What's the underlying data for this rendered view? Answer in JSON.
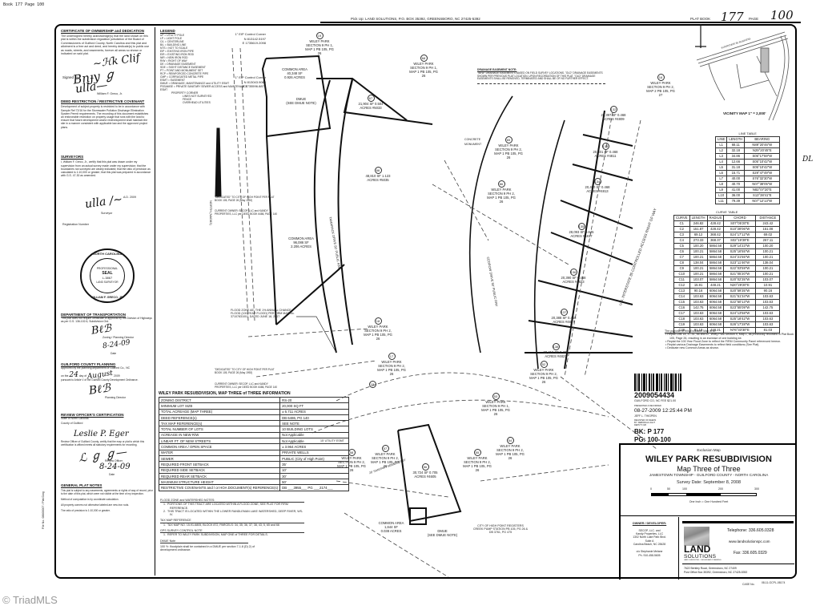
{
  "header": {
    "book_page_stamp": "Book 177 Page 100",
    "pickup": "Pick Up: LAND SOLUTIONS, P.O. BOX 35392, GREENSBORO, NC 27425-5392",
    "plat_book_label": "PLAT BOOK",
    "plat_book_value": "177",
    "page_label": "PAGE",
    "page_value": "100",
    "margin_mark": "DL"
  },
  "certificates": {
    "ownership_title": "CERTIFICATE OF OWNERSHIP and DEDICATION",
    "ownership_text": "The undersigned hereby acknowledge(s) that the land shown on this plat is within the subdivision regulation jurisdiction of the Board of Commissioners of Guilford County, North Carolina and this plat and allotment is a free act and deed, and hereby dedicate(s) to public use as roads, streets, and easements, forever all areas so shown or indicated on said plat.",
    "signer_label": "Signed by",
    "signer_name": "William F. Greco, Jr.",
    "deed_restriction_title": "DEED RESTRICTION / RESTRICTIVE COVENANT",
    "deed_restriction_text": "Development of subject property is restricted to be in accordance with Sample Ref 72/16 for the Stormwater Pollution Discharge Elimination System Permit requirements. The recording of this document establishes an enforceable restriction on property usage that runs with the land to ensure that future development and/or redevelopment shall maintain the site in a manner consistent with applicable law and the approved project plans.",
    "surveyor_title": "SURVEYORS",
    "surveyor_text": "I, William F. Greco, Jr., certify that this plat was drawn under my supervision from an actual survey made under my supervision; that the boundaries not surveyed are clearly indicated; that the ratio of precision as calculated is 1:10,000 or greater; that this plat was prepared in accordance with G.S. 47-30 as amended.",
    "surveyor_date": "A.D. 2009",
    "surveyor_sig_label": "Surveyor",
    "registration_label": "Registration Number",
    "seal": {
      "ring_top": "NORTH CAROLINA",
      "ring_mid": "PROFESSIONAL",
      "label": "SEAL",
      "number": "L-3867",
      "ring_bottom": "LAND SURVEYOR",
      "name": "WILLIAM F. GRECO, JR."
    },
    "dot_title": "DEPARTMENT OF TRANSPORTATION",
    "dot_text": "This plat does not require certificate of approval by the Division of Highways as per G.S. 136-102.6, Subdivision Ord.",
    "dot_sig_label": "Zoning / Planning Director",
    "dot_date": "8-24-09",
    "dot_date_label": "Date",
    "planning_title": "GUILFORD COUNTY PLANNING",
    "planning_text": "Approved by the planning department of Guilford Co., NC",
    "planning_on_the": "on the",
    "planning_day": "24",
    "planning_day_of": "day of",
    "planning_month": "August",
    "planning_year": "2009",
    "planning_pursuant": "pursuant to Article V of the Guilford County Development Ordinance.",
    "planning_sig_label": "Planning Director",
    "review_title": "REVIEW OFFICER'S CERTIFICATION",
    "review_state": "State of North Carolina",
    "review_county": "County of Guilford",
    "review_officer_name": "Leslie P. Eger",
    "review_text": "Review Officer of Guilford County, certify that the map or plat to which this certification is affixed meets all statutory requirements for recording.",
    "review_sig_label": "Review Officer",
    "review_date": "8-24-09",
    "review_date_label": "Date",
    "general_notes_title": "GENERAL PLAT NOTES",
    "general_notes": [
      "This plat is subject to any easements, agreements or rights of way of record, prior to the date of this plat, which were not visible at the time of my inspection.",
      "Method of computation is by coordinate calculation.",
      "All property corners not otherwise labeled are new iron rods.",
      "The ratio of precision is 1:10,000 or greater."
    ],
    "file_no": "File No. 08600007 / Plat Dwg"
  },
  "legend": {
    "title": "LEGEND",
    "items": [
      "UP  =  UTILITY POLE",
      "LP  =  LIGHT POLE",
      "C/L  =  CENTERLINE",
      "B/L  =  BUILDING LINE",
      "NTS  =  NOT TO SCALE",
      "EIP  =  EXISTING IRON PIPE",
      "EIR  =  EXISTING IRON ROD",
      "NIR  =  NEW IRON ROD",
      "R/W  =  RIGHT OF WAY",
      "DE  =  DRAINAGE EASEMENT",
      "SDE  =  SIGHT DISTANCE EASEMENT",
      "PT  =  POINT AND MONUMENT SET",
      "RCP  =  REINFORCED CONCRETE PIPE",
      "CMP  =  CORRUGATED METAL PIPE",
      "ESMT  =  EASEMENT",
      "DMUE  =  DRAINAGE, MAINTENANCE and UTILITY ESMT",
      "PSSAMSE  =  PRIVATE SANITARY SEWER ACCESS and MAINTENANCE ESMT",
      "PROPERTY CORNER",
      "LINES NOT SURVEYED",
      "FENCE",
      "OVERHEAD UTILITIES"
    ]
  },
  "map": {
    "control_corner_1": {
      "label": "1\" EIP Control Corner",
      "n": "N 813142.5197",
      "e": "E 1735619.2098"
    },
    "control_corner_2": {
      "label": "1\" EIP Control Corner",
      "n": "N 813043.9065",
      "e": "E 1735596.8873"
    },
    "north_arrow_label": "NORTH (NAD83)",
    "drainage_note_title": "DRAINAGE EASEMENT NOTE:",
    "drainage_note": "\"NEW\" DRAINAGE EASEMENTS BASED ON FIELD SURVEY LOCATIONS. \"OLD\" DRAINAGE EASEMENTS SHOWN PER PREVIOUS PLAT LOCATION. UPON RECORDATION OF THIS PLAT, \"OLD\" DRAINAGE EASEMENTS SHALL BE REMOVED, TERMINATED AND SHALL BE OF NO FURTHER EFFECT.",
    "common_area_1": "COMMON AREA\n40,348 SF\n0.926 ACRES",
    "common_area_2": "COMMON AREA\n96,086 SF\n2.206 ACRES",
    "common_area_3": "COMMON AREA\n1,644 SF\n0.038 ACRES",
    "dmue_note": "DMUE\n(SEE DMUE NOTE)",
    "flood_zone_note": "FLOOD ZONE AE. THE 1% ANNUAL CHANCE FLOOD (100-YEAR FLOOD) PER FIRM MAP No. 3710783100J, DATED JUNE 18, 2007.",
    "dedicated_note": "\"DEDICATED\" TO CITY OF HIGH POINT PER PLAT BOOK 105, PAGE 26 (May 1992)",
    "current_owner": "CURRENT OWNER: SECOP, LLC and KANDY PROPERTIES, LLC per DEED BOOK 6486, PAGE 140",
    "street_1": "TAMARACK DRIVE 50' PUBLIC R/W",
    "street_2": "CEDROW DRIVE 50' PUBLIC R/W",
    "interstate": "U.S. INTERSTATE 85 CONTROLLED ACCESS RIGHT OF WAY",
    "pump_station": "CITY OF HIGH POINT REGISTERS CREEK PUMP STATION PB 105, PG 26 & DB 3761, PG 475",
    "concrete_monument": "CONCRETE MONUMENT",
    "utility_esmt": "15' UTILITY ESMT",
    "sewer_esmt": "20' SANITARY SEWER ESMT",
    "lots": [
      {
        "num": "19",
        "text": "WILEY PARK SECTION 9 PH 1, MAP 1 PB 105, PG 26"
      },
      {
        "num": "68",
        "text": "WILEY PARK SECTION 9 PH 1, MAP 1 PB 105, PG 26"
      },
      {
        "num": "67",
        "text": "21,904 SF 0.504 ACRES #5033"
      },
      {
        "num": "66",
        "text": "48,810 SF 1.123 ACRES #5035"
      },
      {
        "num": "65",
        "text": "WILEY PARK SECTION 9 PH 2, MAP 1 PB 105, PG 26"
      },
      {
        "num": "86",
        "text": "WILEY PARK SECTION 9 PH 2, MAP 1 PB 105, PG 26"
      },
      {
        "num": "16",
        "text": "WILEY PARK SECTION 9 PH 2, MAP 2 PB 105, PG 27"
      },
      {
        "num": "132",
        "text": "20,397 SF 0.468 ACRES #4809"
      },
      {
        "num": "133",
        "text": "20,401 SF 0.468 ACRES #4811"
      },
      {
        "num": "134",
        "text": "20,400 SF 0.468 ACRES #4813"
      },
      {
        "num": "135",
        "text": "28,093 SF 0.645 ACRES #4817"
      },
      {
        "num": "136",
        "text": "20,390 SF 0.468 ACRES #4823"
      },
      {
        "num": "137",
        "text": "20,388 SF 0.468 ACRES #4827"
      },
      {
        "num": "138",
        "text": "20,416 SF 0.469 ACRES #4821"
      },
      {
        "num": "18",
        "text": "WILEY PARK SECTION 9 PH 2, MAP 1 PB 105, PG 26"
      },
      {
        "num": "17",
        "text": "WILEY PARK SECTION 9 PH 2, MAP 1 PB 105, PG 26"
      },
      {
        "num": "15",
        "text": ""
      },
      {
        "num": "52",
        "text": "WILEY PARK SECTION 9 PH 2, MAP 1 PB 105, PG 26"
      },
      {
        "num": "53",
        "text": "WILEY PARK SECTION 9 PH 1, MAP 1 PB 105, PG 26"
      },
      {
        "num": "54",
        "text": "WILEY PARK SECTION 9 PH 2, MAP 1 PB 105, PG 26"
      },
      {
        "num": "55",
        "text": "WILEY PARK SECTION 9 PH 2, MAP 1 PB 105, PG 26"
      },
      {
        "num": "56",
        "text": "30,724 SF 0.705 ACRES #4605"
      },
      {
        "num": "57",
        "text": "WILEY PARK SECTION 9 PH 2, MAP 1 PB 105, PG 26"
      },
      {
        "num": "58",
        "text": "WILEY PARK SECTION 9 PH 2, MAP 1 PB 105, PG 26"
      }
    ]
  },
  "vicinity_map": {
    "label": "VICINITY MAP 1\" = 2,000'",
    "road": "INTERSTATE 85 BUSINESS"
  },
  "line_table": {
    "title": "LINE TABLE",
    "headers": [
      "LINE",
      "LENGTH",
      "BEARING"
    ],
    "rows": [
      [
        "L1",
        "68.11",
        "N89°20'46\"W"
      ],
      [
        "L2",
        "32.18",
        "N29°20'45\"E"
      ],
      [
        "L3",
        "34.86",
        "S05°17'59\"W"
      ],
      [
        "L4",
        "12.66",
        "S05°10'42\"W"
      ],
      [
        "L5",
        "31.18",
        "S05°10'42\"W"
      ],
      [
        "L6",
        "15.71",
        "S29°47'49\"W"
      ],
      [
        "L7",
        "40.00",
        "S76°32'30\"W"
      ],
      [
        "L8",
        "40.70",
        "N07°38'05\"W"
      ],
      [
        "L9",
        "41.00",
        "N82°07'20\"E"
      ],
      [
        "L10",
        "36.00",
        "S13°38'41\"E"
      ],
      [
        "L11",
        "79.39",
        "N07°12'13\"W"
      ]
    ]
  },
  "curve_table": {
    "title": "CURVE TABLE",
    "headers": [
      "CURVE",
      "LENGTH",
      "RADIUS",
      "CHORD",
      "DISTANCE"
    ],
    "rows": [
      [
        "C1",
        "246.82",
        "428.42",
        "S07°05'20\"E",
        "243.42"
      ],
      [
        "C2",
        "151.87",
        "428.42",
        "S10°28'06\"W",
        "151.08"
      ],
      [
        "C3",
        "69.12",
        "368.42",
        "S24°17'12\"W",
        "69.02"
      ],
      [
        "C4",
        "273.33",
        "368.37",
        "S02°19'39\"E",
        "267.11"
      ],
      [
        "C5",
        "100.20",
        "5864.58",
        "S29°14'23\"W",
        "100.20"
      ],
      [
        "C6",
        "100.21",
        "5864.58",
        "S25°16'55\"W",
        "100.21"
      ],
      [
        "C7",
        "100.21",
        "5864.58",
        "S24°21'55\"W",
        "100.21"
      ],
      [
        "C8",
        "138.04",
        "5864.58",
        "S23°11'46\"W",
        "138.04"
      ],
      [
        "C9",
        "100.21",
        "5864.58",
        "S22°03'59\"W",
        "100.21"
      ],
      [
        "C10",
        "100.21",
        "5864.58",
        "S21°05'20\"W",
        "100.21"
      ],
      [
        "C11",
        "103.07",
        "5864.58",
        "S20°02'35\"W",
        "103.07"
      ],
      [
        "C12",
        "15.91",
        "448.21",
        "N20°29'20\"E",
        "10.91"
      ],
      [
        "C13",
        "90.16",
        "6064.58",
        "S20°59'35\"W",
        "90.16"
      ],
      [
        "C14",
        "103.63",
        "6064.58",
        "S21°51'34\"W",
        "103.63"
      ],
      [
        "C15",
        "103.63",
        "6064.58",
        "S22°50'13\"W",
        "103.63"
      ],
      [
        "C16",
        "142.75",
        "6064.58",
        "S23°55'09\"W",
        "142.75"
      ],
      [
        "C17",
        "103.63",
        "6064.58",
        "S24°13'58\"W",
        "103.63"
      ],
      [
        "C18",
        "103.63",
        "6064.58",
        "S25°18'42\"W",
        "103.63"
      ],
      [
        "C19",
        "103.63",
        "6064.58",
        "S26°17'28\"W",
        "103.63"
      ],
      [
        "C20",
        "81.19",
        "448.21",
        "N76°33'30\"E",
        "81.03"
      ]
    ]
  },
  "purpose": {
    "title": "The purpose of this Exclusion Map is to:",
    "items": [
      "Replat Lots 18, 47-51, 66 and 67, Wiley Park Section 9, Map 1, as previously recorded in Plat Book 105, Page 26, resulting in an increase of one building lot.",
      "Replat the 100 Year Flood Zone to reflect the FIRM Community Panel referenced hereon.",
      "Replat various Drainage Easements to reflect field conditions (See Plat).",
      "Dedicate new Common Areas as shown."
    ]
  },
  "recording_stamp": {
    "number": "2009054434",
    "county_fee": "GUILFORD CO, NC FEE $21.00",
    "presented": "PRESENTED & RECORDED",
    "datetime": "08-27-2009 12:25:44 PM",
    "register": "JEFF L. THIGPEN",
    "register_title": "REGISTER OF DEEDS",
    "by": "BY: DEBORAH LIGHT",
    "deputy": "DEPUTY-GB",
    "book": "BK: P 177",
    "page": "PG: 100-100"
  },
  "zoning_table": {
    "title": "WILEY PARK RESUBDIVISION, MAP THREE of THREE INFORMATION",
    "rows": [
      [
        "ZONING DISTRICT",
        "RS-20"
      ],
      [
        "MINIMUM LOT SIZE",
        "20,000 SQ FT"
      ],
      [
        "TOTAL ACREAGE (MAP THREE)",
        "± 6.711 ACRES"
      ],
      [
        "DEED REFERENCE(s)",
        "DB 6486, PG 140"
      ],
      [
        "TAX MAP REFERENCE(s)",
        "SEE NOTE"
      ],
      [
        "TOTAL NUMBER OF LOTS",
        "10 BUILDING LOTS"
      ],
      [
        "ACREAGE IN NEW R/W",
        "Not Applicable"
      ],
      [
        "LINEAR FT. OF NEW STREETS",
        "Not Applicable"
      ],
      [
        "COMMON AREA / OPEN SPACE",
        "± 3.964 ACRES"
      ],
      [
        "WATER",
        "PRIVATE WELLS"
      ],
      [
        "SEWER",
        "PUBLIC (City of High Point)"
      ],
      [
        "REQUIRED FRONT SETBACK",
        "35'"
      ],
      [
        "REQUIRED SIDE SETBACK",
        "10'"
      ],
      [
        "REQUIRED REAR SETBACK",
        "30'"
      ],
      [
        "MAXIMUM STRUCTURE HEIGHT",
        "50'"
      ],
      [
        "RESTRICTIVE COVENANTS and / or HOA DOCUMENT(s) REFERENCE(s)",
        "DB ___3955___ PG ___2174___"
      ]
    ]
  },
  "notes": {
    "flood_title": "FLOOD ZONE and WATERSHED NOTES:",
    "flood_items": [
      "PORTIONS OF THIS TRACT ARE LOCATED WITHIN A FLOOD ZONE; SEE PLAT FOR FIRM REFERENCE.",
      "THIS TRACT IS LOCATED WITHIN THE LOWER RANDLEMAN LAKE WATERSHED, DEEP RIVER, WS-IV."
    ],
    "tax_title": "TAX MAP REFERENCE",
    "tax_items": [
      "TAX MAP NO. 15-91-6805, BLOCK 872, PARCELS: 34, 35, 36, 37, 38, 43, 5, 65 and 66"
    ],
    "gps_title": "GPS SURVEY CONTROL NOTE",
    "gps_items": [
      "REFER TO WILEY PARK SUBDIVISION, MAP ONE of THREE FOR DETAILS."
    ],
    "dmue_title": "DMUE Note",
    "dmue_text": "100 Yr. floodplain shall be contained in a DMUE per section 7-1.8 (D) 2) of development ordinance."
  },
  "title_block": {
    "map_type": "Exclusion Map",
    "title": "WILEY PARK RESUBDIVISION",
    "subtitle": "Map Three of Three",
    "location": "JAMESTOWN TOWNSHIP - GUILFORD COUNTY - NORTH CAROLINA",
    "survey_date": "Survey Date:  September 8, 2008",
    "scale_ticks": [
      "0",
      "50",
      "100",
      "200",
      "300"
    ],
    "scale_label": "One Inch = One Hundred Feet",
    "owner_title": "OWNER / DEVELOPER:",
    "owner_lines": [
      "SECOP, LLC. and",
      "Kandy Properties, LLC",
      "1302 North Lake Park Blvd.",
      "Suite A",
      "Carolina Beach, NC 28428"
    ],
    "owner_contact": "c/o Stephanie Melane",
    "owner_phone": "Ph. 910-458-5605",
    "firm_name_1": "LAND",
    "firm_name_2": "SOLUTIONS",
    "firm_tagline": "LAND SURVEYING · DESIGN AND PLANNING",
    "telephone": "Telephone:  336.605.0328",
    "website": "www.landsolutionspc.com",
    "fax": "Fax:  336.605.0329",
    "address_1": "7622 Bentley Road, Greensboro, NC 27409",
    "address_2": "Post Office Box 35392, Greensboro, NC 27425-5392",
    "case_label": "CASE No.",
    "case_no": "08-11-GCPL-08174"
  },
  "watermark": "© TriadMLS"
}
